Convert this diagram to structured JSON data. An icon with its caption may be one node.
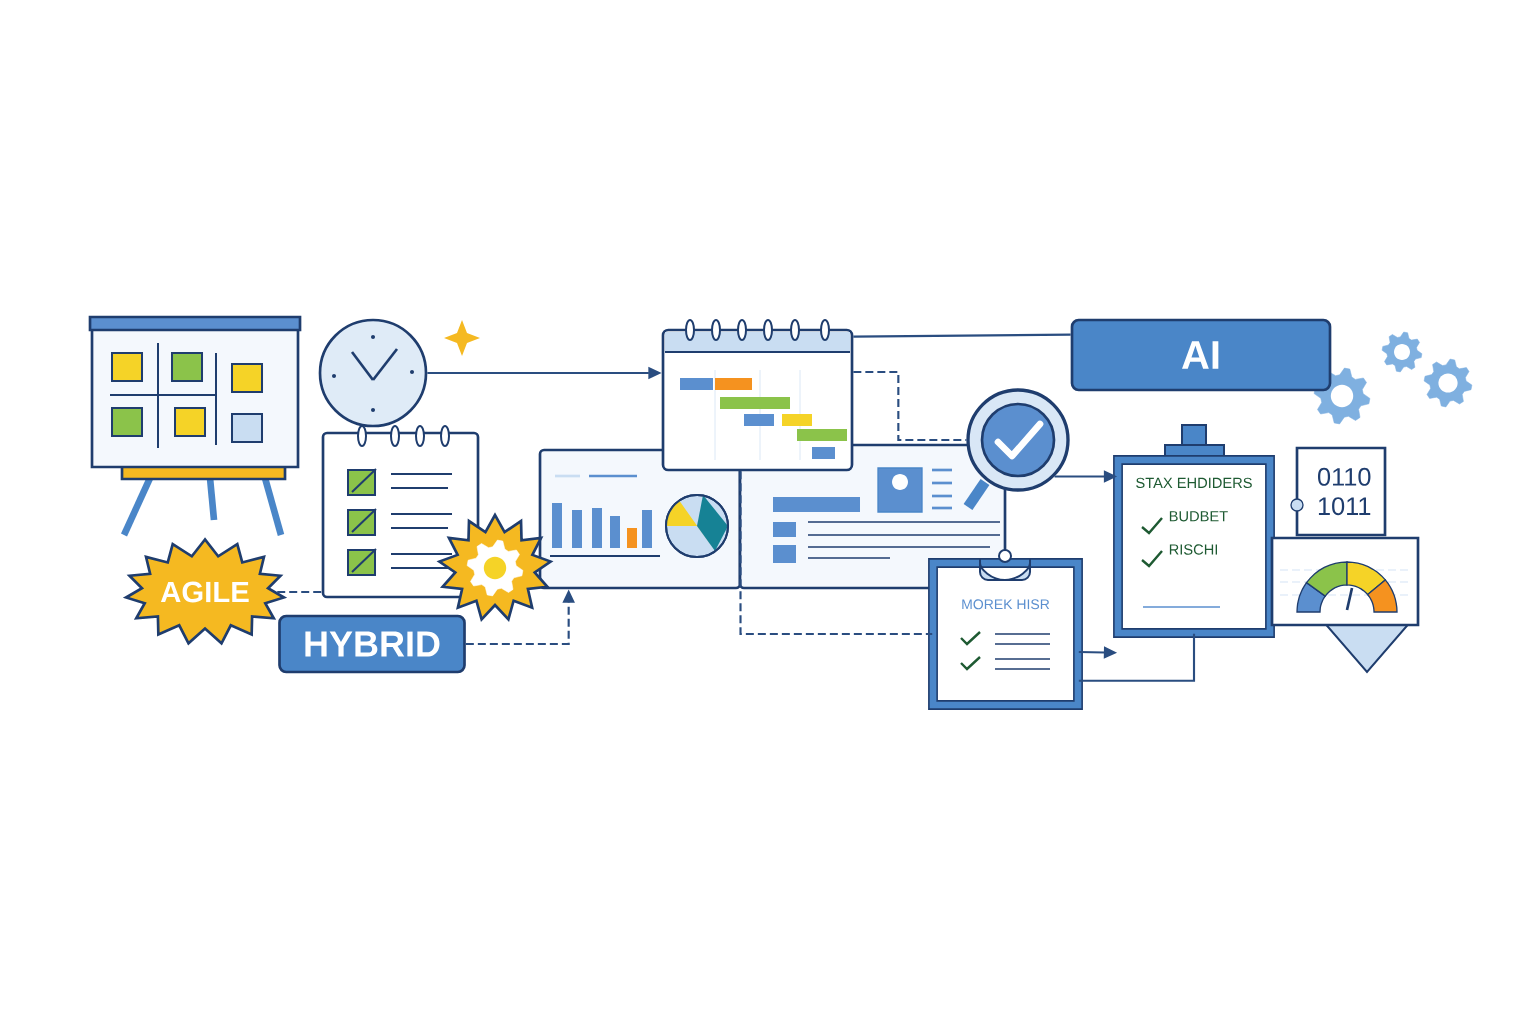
{
  "diagram": {
    "nodes": [
      {
        "text": [],
        "shape": "picture"
      },
      {
        "text": [],
        "shape": "picture"
      },
      {
        "text": [],
        "shape": "picture"
      },
      {
        "text": [
          "AGILE"
        ]
      },
      {
        "text": [],
        "shape": "picture"
      },
      {
        "text": [
          "HYBRID"
        ]
      },
      {
        "text": [],
        "shape": "picture"
      },
      {
        "text": [],
        "shape": "picture"
      },
      {
        "text": [],
        "shape": "picture"
      },
      {
        "text": [],
        "shape": "picture"
      },
      {
        "text": [
          "MOREK HISR"
        ]
      },
      {
        "text": [
          "AI"
        ]
      },
      {
        "text": [
          "STAX EHDIDERS",
          "BUDBET",
          "RISCHI"
        ]
      },
      {
        "text": [
          "0110 1011"
        ]
      },
      {
        "text": [],
        "shape": "picture"
      }
    ],
    "edges": [
      {
        "from": 3,
        "to": 2,
        "arrow": "none",
        "style": "dashed"
      },
      {
        "from": 5,
        "to": 7,
        "arrow": "to",
        "style": "dashed"
      },
      {
        "from": 1,
        "to": 6,
        "arrow": "to"
      },
      {
        "from": 6,
        "to": 11,
        "arrow": "none"
      },
      {
        "from": 6,
        "to": 9,
        "arrow": "none",
        "style": "dashed"
      },
      {
        "from": 9,
        "to": 12,
        "arrow": "to"
      },
      {
        "from": 6,
        "to": 10,
        "arrow": "none",
        "style": "dashed"
      },
      {
        "from": 10,
        "to": 12,
        "arrow": "none"
      },
      {
        "from": 10,
        "to": 12,
        "arrow": "to"
      }
    ]
  }
}
